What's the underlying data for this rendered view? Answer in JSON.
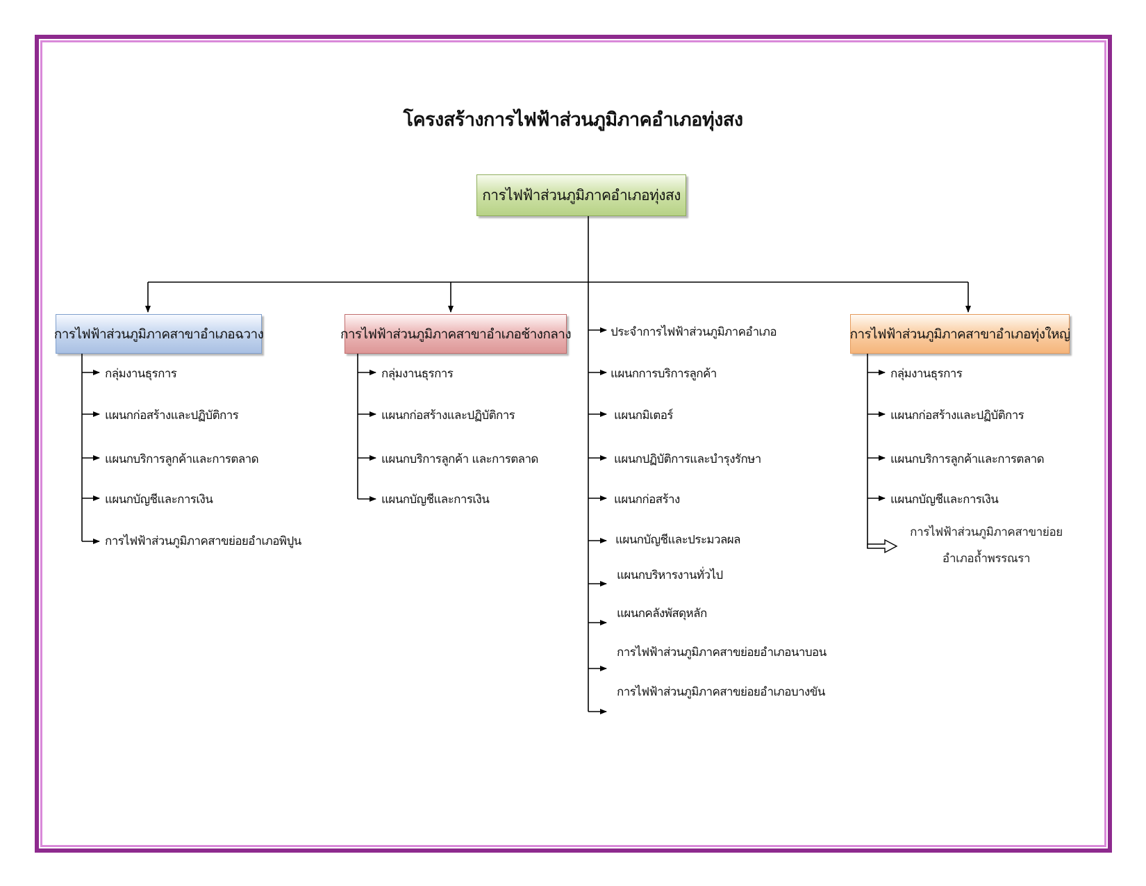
{
  "title": "โครงสร้างการไฟฟ้าส่วนภูมิภาคอำเภอทุ่งสง",
  "root": {
    "label": "การไฟฟ้าส่วนภูมิภาคอำเภอทุ่งสง"
  },
  "branches": [
    {
      "label": "การไฟฟ้าส่วนภูมิภาคสาขาอำเภอฉวาง",
      "items": [
        "กลุ่มงานธุรการ",
        "แผนกก่อสร้างและปฏิบัติการ",
        "แผนกบริการลูกค้าและการตลาด",
        "แผนกบัญชีและการเงิน",
        "การไฟฟ้าส่วนภูมิภาคสาขย่อยอำเภอพิปูน"
      ]
    },
    {
      "label": "การไฟฟ้าส่วนภูมิภาคสาขาอำเภอช้างกลาง",
      "items": [
        "กลุ่มงานธุรการ",
        "แผนกก่อสร้างและปฏิบัติการ",
        "แผนกบริการลูกค้า และการตลาด",
        "แผนกบัญชีและการเงิน"
      ]
    },
    {
      "label": "",
      "items": [
        "ประจำการไฟฟ้าส่วนภูมิภาคอำเภอ",
        "แผนกการบริการลูกค้า",
        "แผนกมิเตอร์",
        "แผนกปฏิบัติการและบำรุงรักษา",
        "แผนกก่อสร้าง",
        "แผนกบัญชีและประมวลผล",
        "แผนกบริหารงานทั่วไป",
        "แผนกคลังพัสดุหลัก",
        "การไฟฟ้าส่วนภูมิภาคสาขย่อยอำเภอนาบอน",
        "การไฟฟ้าส่วนภูมิภาคสาขย่อยอำเภอบางขัน"
      ]
    },
    {
      "label": "การไฟฟ้าส่วนภูมิภาคสาขาอำเภอทุ่งใหญ่",
      "items": [
        "กลุ่มงานธุรการ",
        "แผนกก่อสร้างและปฏิบัติการ",
        "แผนกบริการลูกค้าและการตลาด",
        "แผนกบัญชีและการเงิน"
      ],
      "sub_unit": {
        "line1": "การไฟฟ้าส่วนภูมิภาคสาขาย่อย",
        "line2": "อำเภอถ้ำพรรณรา"
      }
    }
  ],
  "colors": {
    "frame_outer": "#8e2a8e",
    "frame_inner": "#d989d9",
    "root_box": "#c3da95",
    "branch1_box": "#b9cdea",
    "branch2_box": "#e4a8a8",
    "branch4_box": "#f8c393"
  }
}
